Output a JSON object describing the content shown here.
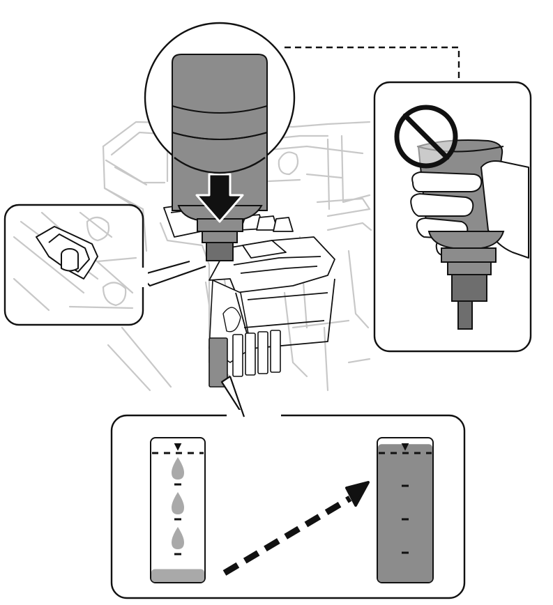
{
  "figure": {
    "subject": "ink-bottle-filling-printer-tank",
    "colors": {
      "ink": "#8c8c8c",
      "ink_dark": "#6e6e6e",
      "ink_light": "#a9a9a9",
      "outline": "#111111",
      "line_art": "#c8c8c8",
      "background": "#ffffff"
    }
  },
  "callouts": {
    "squeeze_warning": {
      "icon": "prohibited-icon"
    },
    "bottle_zoom": {
      "icon": "bottle-cap-icon"
    },
    "tank_inlet_zoom": {
      "icon": "tank-inlet-icon"
    },
    "ink_level": {
      "icon": "ink-level-icon"
    }
  },
  "ink_level": {
    "before": {
      "fill_fraction": 0.09,
      "drops": 3,
      "upper_line_marker": "▼"
    },
    "after": {
      "fill_fraction": 0.96,
      "upper_line_marker": "▼"
    }
  }
}
